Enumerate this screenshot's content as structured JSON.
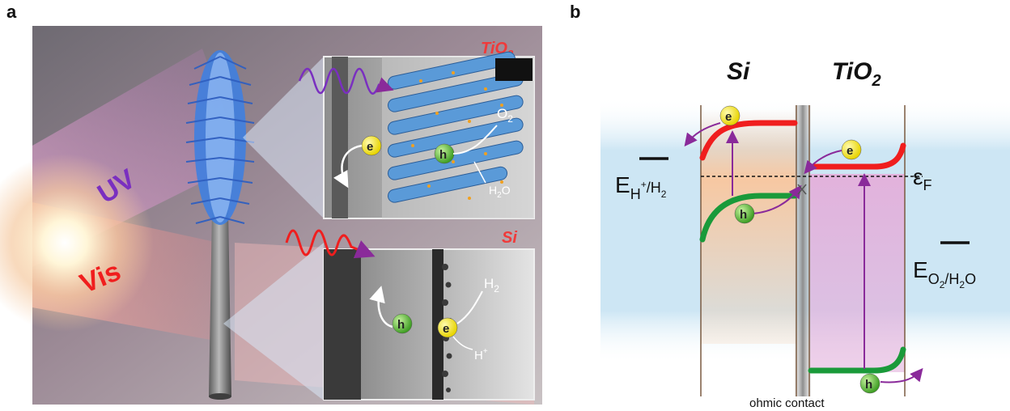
{
  "panel_a": {
    "letter": "a",
    "uv_label": "UV",
    "vis_label": "Vis",
    "tio2_label": "TiO",
    "tio2_sub": "2",
    "si_label": "Si",
    "tio2_inset": {
      "electron": "e",
      "hole": "h",
      "o2": "O",
      "o2_sub": "2",
      "h2o_a": "H",
      "h2o_sub": "2",
      "h2o_b": "O"
    },
    "si_inset": {
      "hole": "h",
      "electron": "e",
      "h2": "H",
      "h2_sub": "2",
      "hplus": "H",
      "hplus_sup": "+"
    }
  },
  "panel_b": {
    "letter": "b",
    "si_header": "Si",
    "tio2_header": "TiO",
    "tio2_header_sub": "2",
    "e_left": "e",
    "h_left": "h",
    "e_right": "e",
    "h_right": "h",
    "hydrogen_level": {
      "E": "E",
      "sub1": "H",
      "sup": "+",
      "sub2": "/H",
      "sub3": "2"
    },
    "fermi": {
      "eps": "ε",
      "sub": "F"
    },
    "oxygen_level": {
      "E": "E",
      "sub1": "O",
      "sub2": "2",
      "sub3": "/H",
      "sub4": "2",
      "sub5": "O"
    },
    "ohmic_contact": "ohmic contact"
  },
  "colors": {
    "conduction_band": "#f01e1e",
    "valence_band": "#1a9a3a",
    "arrow": "#8a2a9a",
    "electron_ball": "#f2e000",
    "hole_ball": "#4caf30",
    "uv": "#7a2fc0",
    "vis": "#f01e1e",
    "nanowire_blue": "#3f7fe0"
  }
}
